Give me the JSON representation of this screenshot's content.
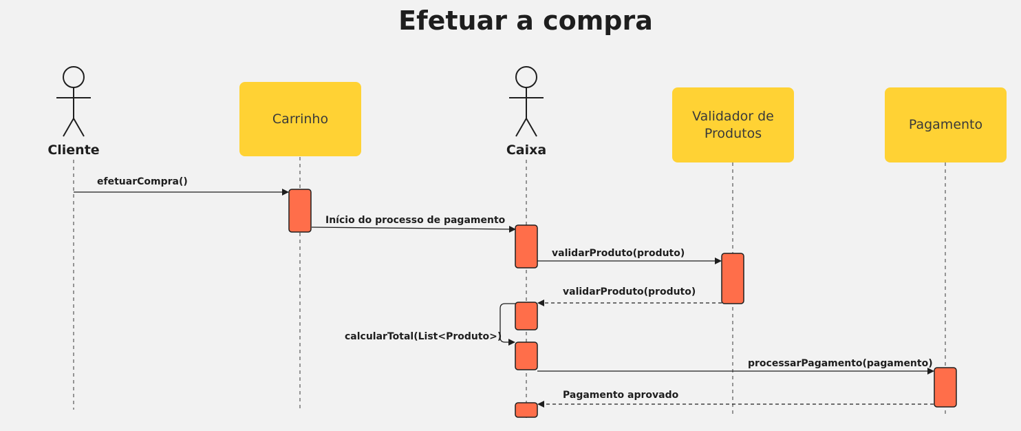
{
  "title": "Efetuar a compra",
  "participants": {
    "cliente": "Cliente",
    "carrinho": "Carrinho",
    "caixa": "Caixa",
    "validador": "Validador de Produtos",
    "pagamento": "Pagamento"
  },
  "messages": [
    {
      "label": "efetuarCompra()",
      "from": "Cliente",
      "to": "Carrinho",
      "style": "solid"
    },
    {
      "label": "Início do processo de pagamento",
      "from": "Carrinho",
      "to": "Caixa",
      "style": "solid"
    },
    {
      "label": "validarProduto(produto)",
      "from": "Caixa",
      "to": "Validador de Produtos",
      "style": "solid"
    },
    {
      "label": "validarProduto(produto)",
      "from": "Validador de Produtos",
      "to": "Caixa",
      "style": "dashed"
    },
    {
      "label": "calcularTotal(List<Produto>)",
      "from": "Caixa",
      "to": "Caixa",
      "style": "solid"
    },
    {
      "label": "processarPagamento(pagamento)",
      "from": "Caixa",
      "to": "Pagamento",
      "style": "solid"
    },
    {
      "label": "Pagamento aprovado",
      "from": "Pagamento",
      "to": "Caixa",
      "style": "dashed"
    }
  ],
  "colors": {
    "participant_box": "#ffd234",
    "activation": "#ff6e4a",
    "background": "#f2f2f2",
    "line": "#1e1e1e"
  }
}
